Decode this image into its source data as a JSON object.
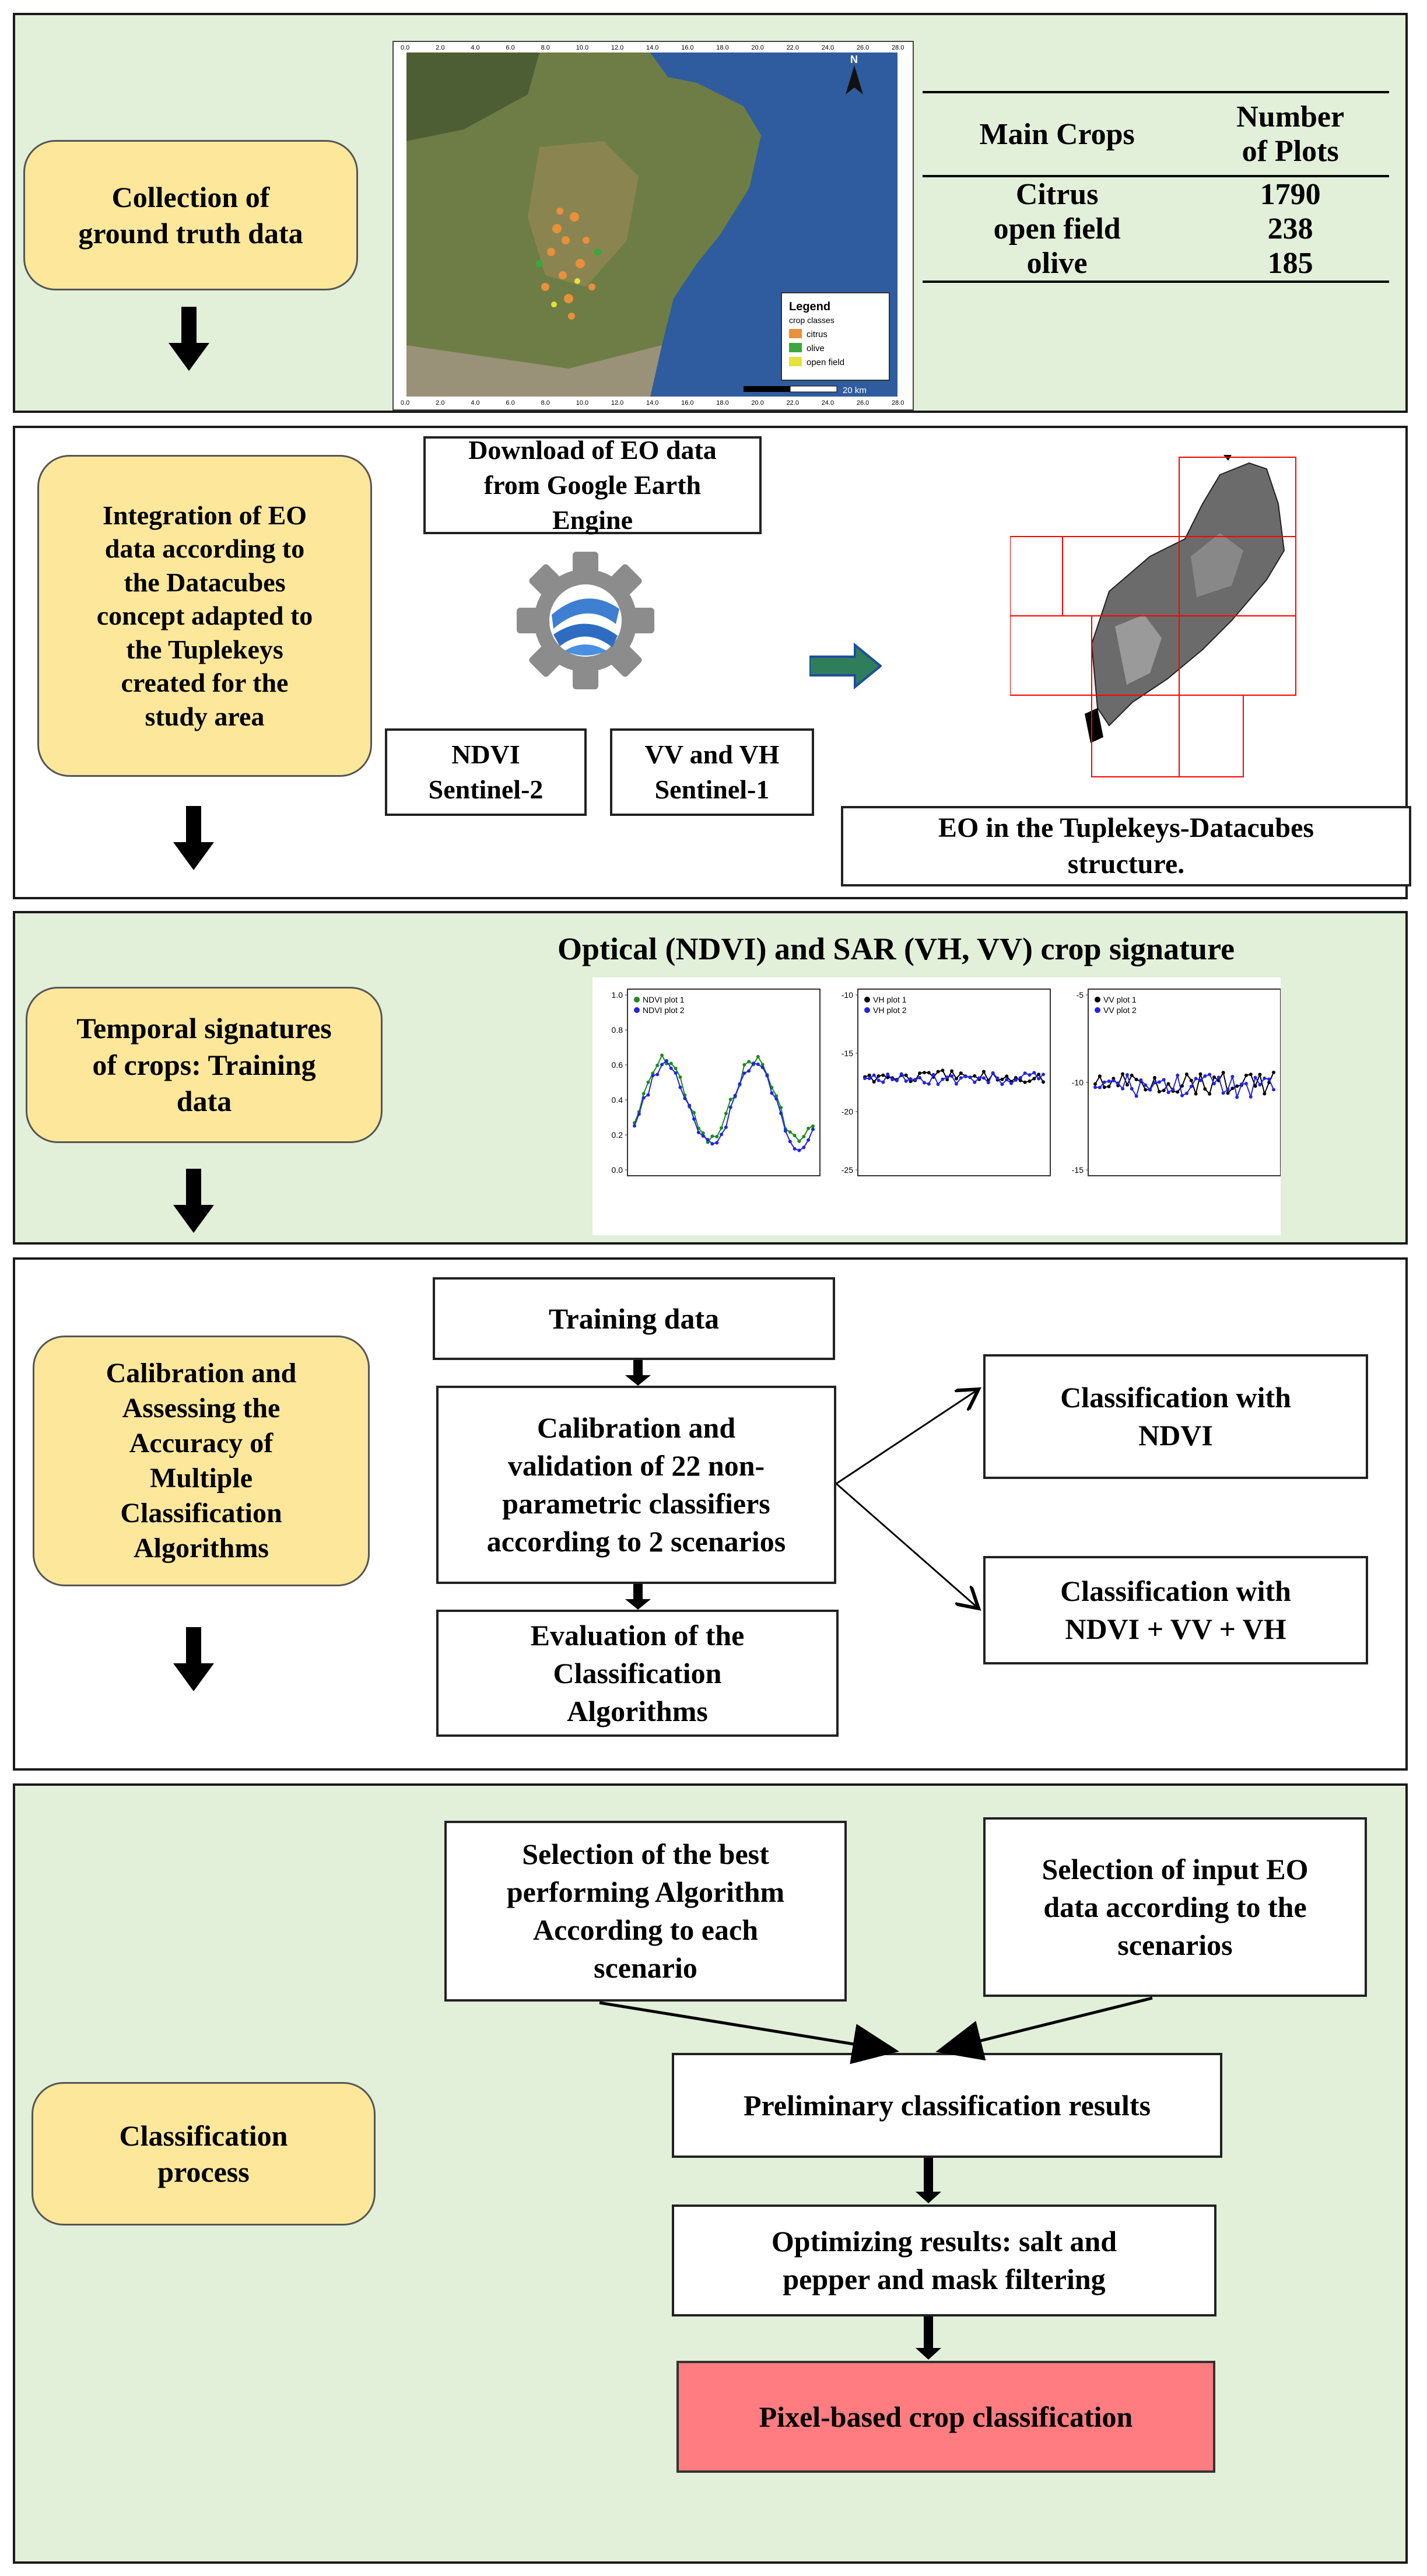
{
  "section1": {
    "label": "Collection of\nground truth data",
    "table": {
      "headers": [
        "Main Crops",
        "Number\nof Plots"
      ],
      "rows": [
        {
          "crop": "Citrus",
          "plots": "1790"
        },
        {
          "crop": "open field",
          "plots": "238"
        },
        {
          "crop": "olive",
          "plots": "185"
        }
      ]
    },
    "map": {
      "legend_title": "Legend",
      "legend_subtitle": "crop classes",
      "legend_items": [
        {
          "name": "citrus",
          "color": "#e8903a"
        },
        {
          "name": "olive",
          "color": "#3aa83a"
        },
        {
          "name": "open field",
          "color": "#e6e23a"
        }
      ],
      "scale_label": "20 km",
      "north": "N",
      "ticks": [
        "0.0",
        "2.0",
        "4.0",
        "6.0",
        "8.0",
        "10.0",
        "12.0",
        "14.0",
        "16.0",
        "18.0",
        "20.0",
        "22.0",
        "24.0",
        "26.0",
        "28.0"
      ]
    }
  },
  "section2": {
    "label": "Integration of EO\ndata according to\nthe Datacubes\nconcept adapted to\nthe Tuplekeys\ncreated for the\nstudy area",
    "download_box": "Download of EO data\nfrom Google Earth\nEngine",
    "ndvi_box": "NDVI\nSentinel-2",
    "vv_box": "VV and VH\nSentinel-1",
    "eo_box": "EO in the Tuplekeys-Datacubes\nstructure."
  },
  "section3": {
    "label": "Temporal signatures\nof crops: Training\ndata",
    "title": "Optical (NDVI) and SAR (VH, VV) crop signature",
    "charts": [
      {
        "legend": [
          "NDVI plot 1",
          "NDVI plot 2"
        ],
        "ticks": [
          "1.0",
          "0.8",
          "0.6",
          "0.4",
          "0.2",
          "0.0"
        ]
      },
      {
        "legend": [
          "VH plot 1",
          "VH plot 2"
        ],
        "ticks": [
          "-10",
          "-15",
          "-20",
          "-25"
        ]
      },
      {
        "legend": [
          "VV plot 1",
          "VV plot 2"
        ],
        "ticks": [
          "-5",
          "-10",
          "-15"
        ]
      }
    ]
  },
  "section4": {
    "label": "Calibration and\nAssessing the\nAccuracy of\nMultiple\nClassification\nAlgorithms",
    "training_box": "Training data",
    "calibration_box": "Calibration and\nvalidation of 22 non-\nparametric classifiers\naccording to 2 scenarios",
    "evaluation_box": "Evaluation of the\nClassification\nAlgorithms",
    "class_ndvi_box": "Classification with\nNDVI",
    "class_all_box": "Classification with\nNDVI + VV + VH"
  },
  "section5": {
    "label": "Classification\nprocess",
    "best_box": "Selection of the best\nperforming Algorithm\nAccording to each\nscenario",
    "input_box": "Selection of input EO\ndata according to the\nscenarios",
    "prelim_box": "Preliminary classification results",
    "optimizing_box": "Optimizing results: salt and\npepper and mask filtering",
    "final_box": "Pixel-based crop classification",
    "final_color": "#ff7c80"
  }
}
